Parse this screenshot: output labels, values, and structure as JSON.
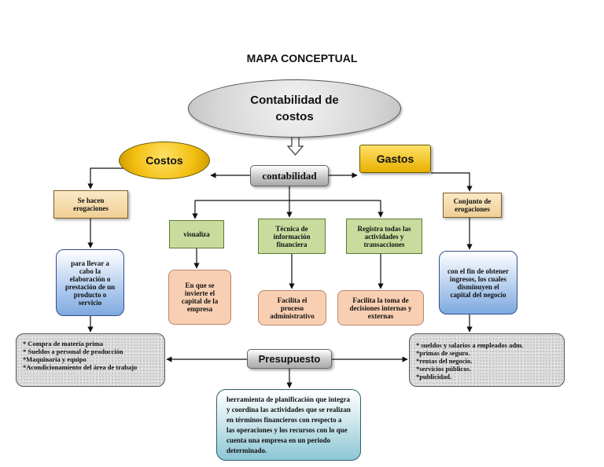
{
  "title": "MAPA CONCEPTUAL",
  "root": "Contabilidad de costos",
  "costos": "Costos",
  "gastos": "Gastos",
  "contabilidad": "contabilidad",
  "presupuesto": "Presupuesto",
  "se_hacen": "Se hacen erogaciones",
  "conjunto": "Conjunto de erogaciones",
  "visualiza": "visualiza",
  "tecnica": "Técnica de información financiera",
  "registra": "Registra todas las actividades y transacciones",
  "para_llevar": "para llevar a cabo la elaboración o prestación de un producto o servicio",
  "en_que": "En que se invierte el capital de la empresa",
  "facilita_proceso": "Facilita el proceso administrativo",
  "facilita_toma": "Facilita la toma de decisiones internas y externas",
  "con_fin": "con el fin de obtener ingresos, los cuales disminuyen el capital del negocio",
  "costos_list": [
    "* Compra de materia prima",
    "* Sueldos a personal de producción",
    "*Maquinaria y equipo",
    "*Acondicionamiento del área de trabajo"
  ],
  "gastos_list": [
    "* sueldos y salarios a empleados adm.",
    "*primas de seguro.",
    "*rentas del negocio.",
    "*servicios públicos.",
    "*publicidad."
  ],
  "herramienta": "herramienta de planificación que integra y coordina las actividades que se realizan en términos financieros con respecto a las operaciones y los recursos con lo que cuenta una empresa en un periodo determinado.",
  "colors": {
    "gold": "#f2bf10",
    "tan": "#f0cf96",
    "green": "#c9dc9e",
    "peach": "#f9cfb3",
    "blue": "#7ea9e0",
    "teal": "#8cc7d6",
    "gray": "#d6d6d6"
  }
}
